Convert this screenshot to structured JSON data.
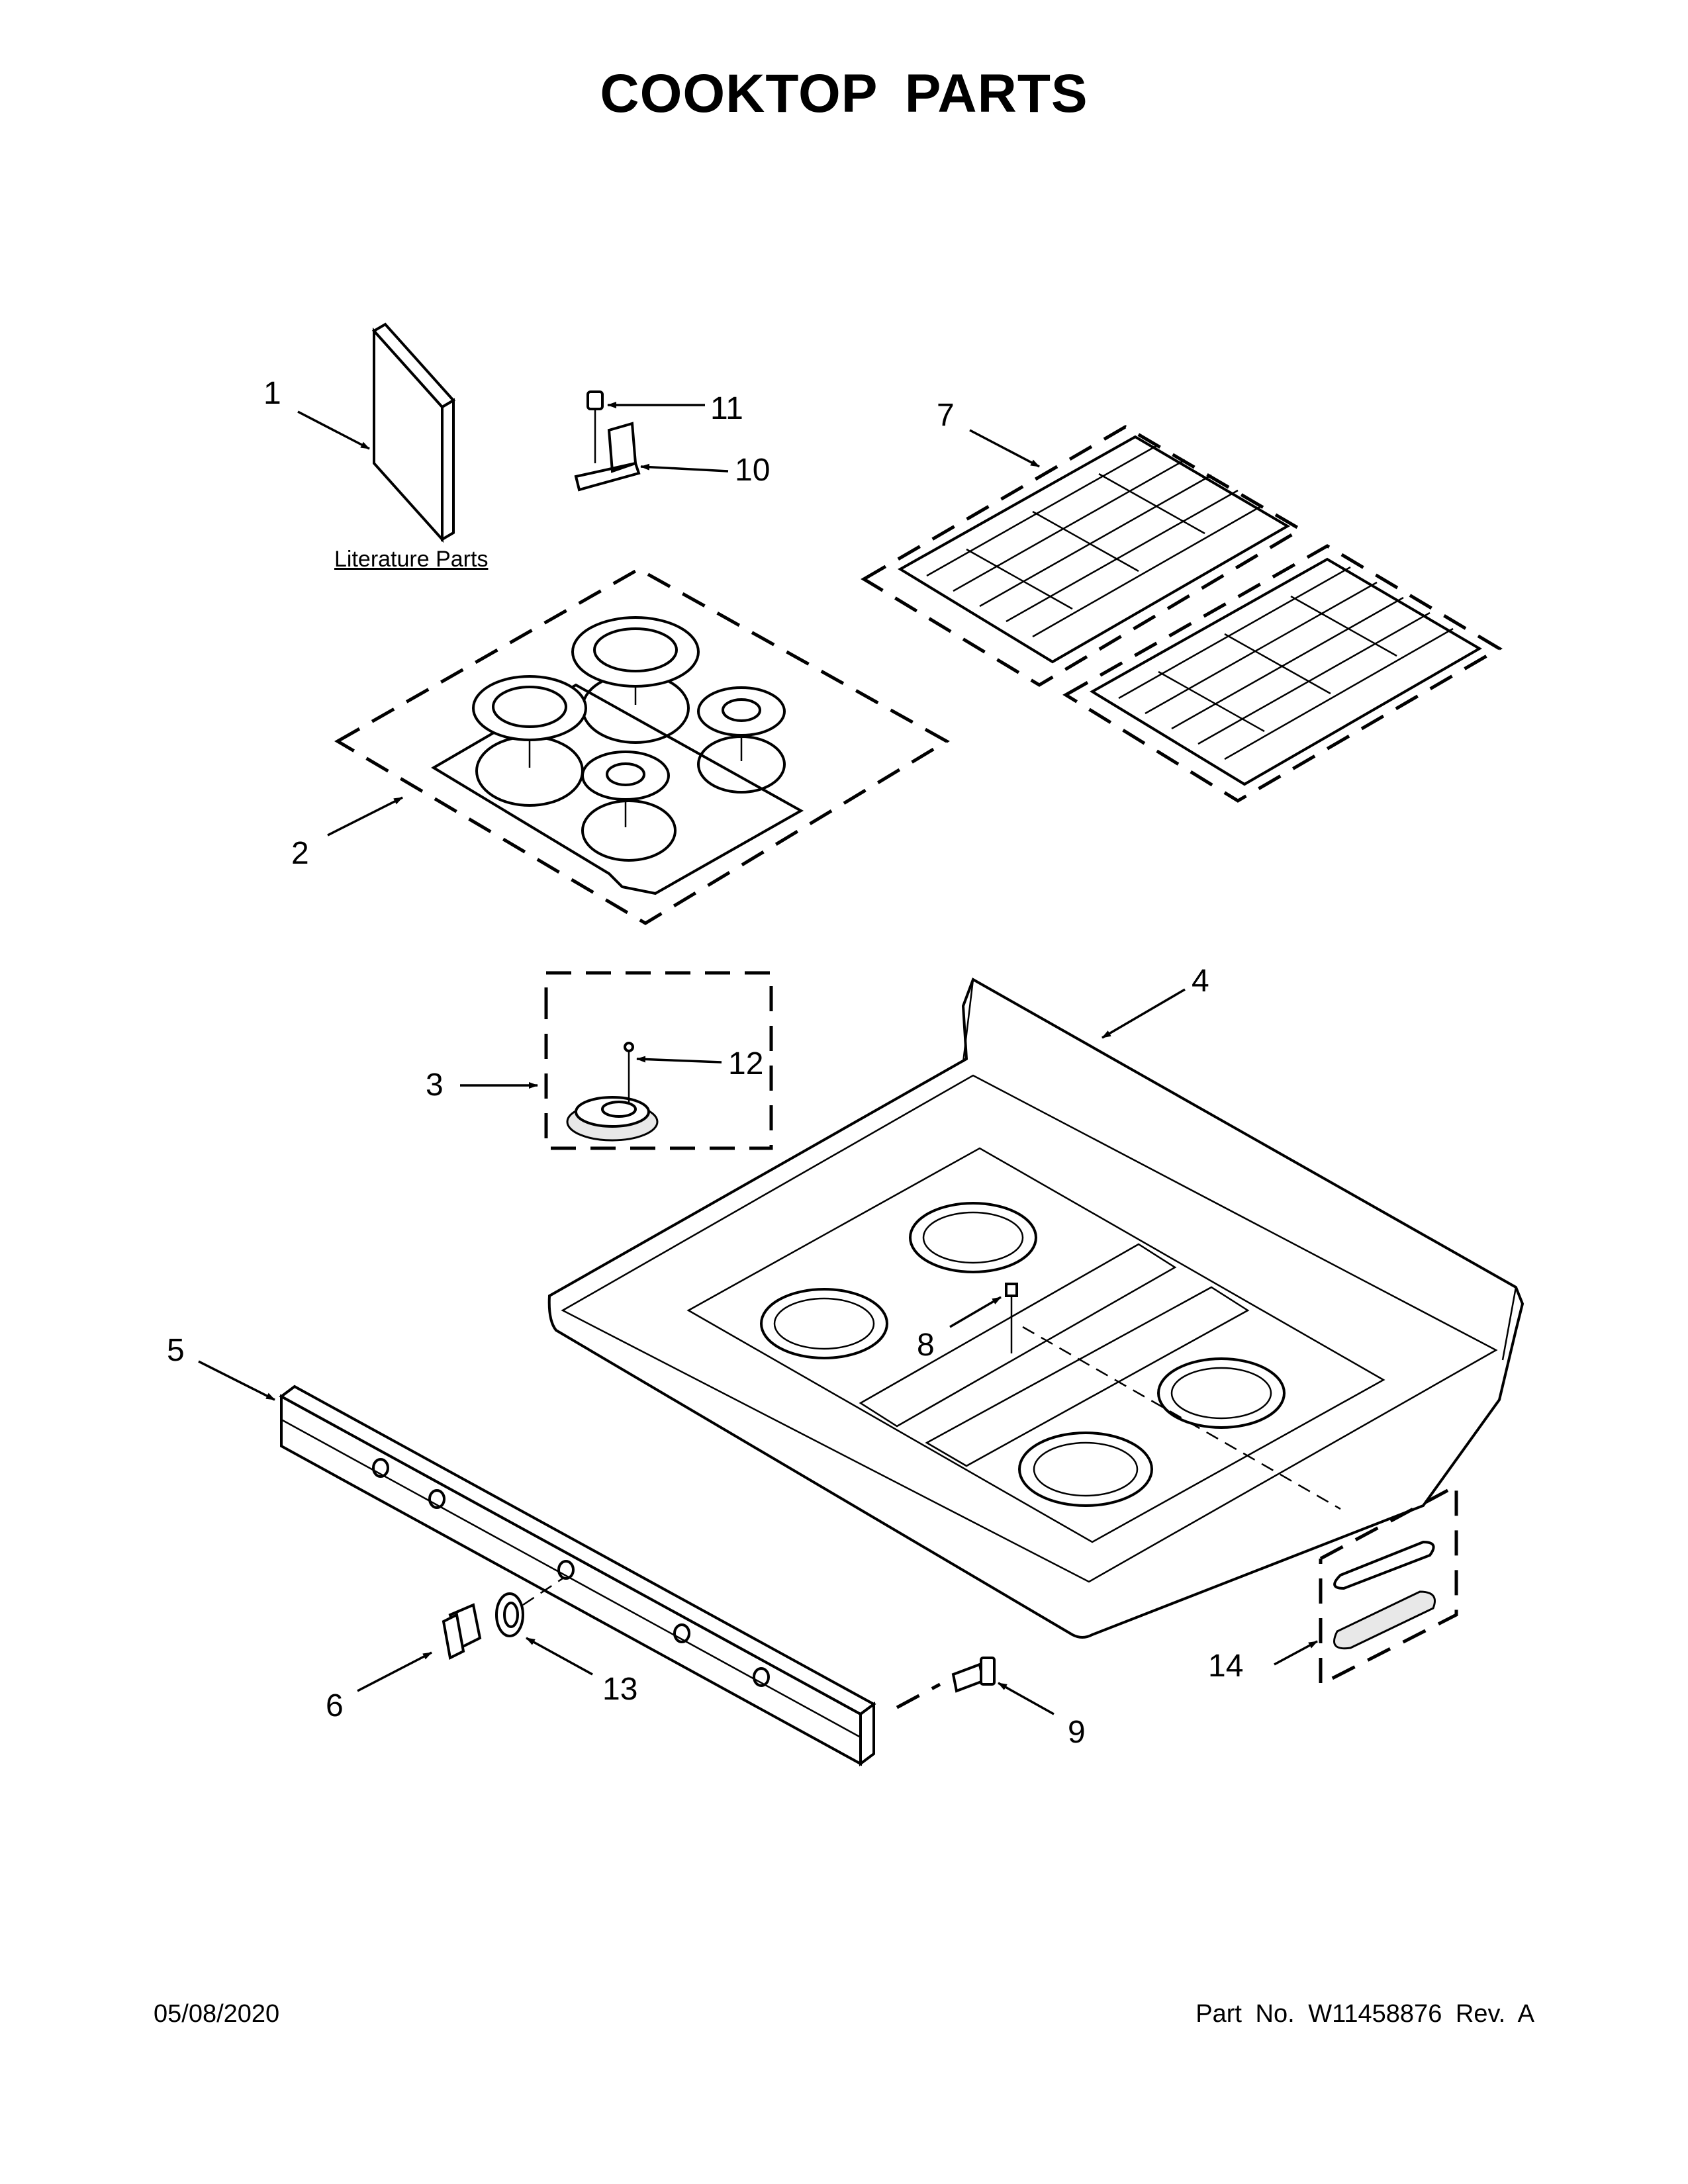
{
  "title": "COOKTOP PARTS",
  "literature_label": "Literature Parts",
  "callouts": [
    "1",
    "2",
    "3",
    "4",
    "5",
    "6",
    "7",
    "8",
    "9",
    "10",
    "11",
    "12",
    "13",
    "14"
  ],
  "footer": {
    "date": "05/08/2020",
    "part_number": "Part No.  W11458876  Rev.  A"
  }
}
